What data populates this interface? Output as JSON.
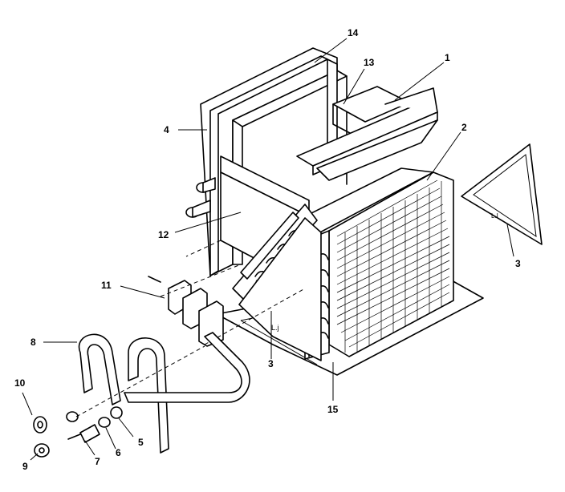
{
  "diagram": {
    "callouts": [
      {
        "id": "c1",
        "label": "1"
      },
      {
        "id": "c2",
        "label": "2"
      },
      {
        "id": "c3a",
        "label": "3"
      },
      {
        "id": "c3b",
        "label": "3"
      },
      {
        "id": "c4",
        "label": "4"
      },
      {
        "id": "c5",
        "label": "5"
      },
      {
        "id": "c6",
        "label": "6"
      },
      {
        "id": "c7",
        "label": "7"
      },
      {
        "id": "c8",
        "label": "8"
      },
      {
        "id": "c9",
        "label": "9"
      },
      {
        "id": "c10",
        "label": "10"
      },
      {
        "id": "c11",
        "label": "11"
      },
      {
        "id": "c12",
        "label": "12"
      },
      {
        "id": "c13",
        "label": "13"
      },
      {
        "id": "c14",
        "label": "14"
      },
      {
        "id": "c15",
        "label": "15"
      }
    ]
  }
}
